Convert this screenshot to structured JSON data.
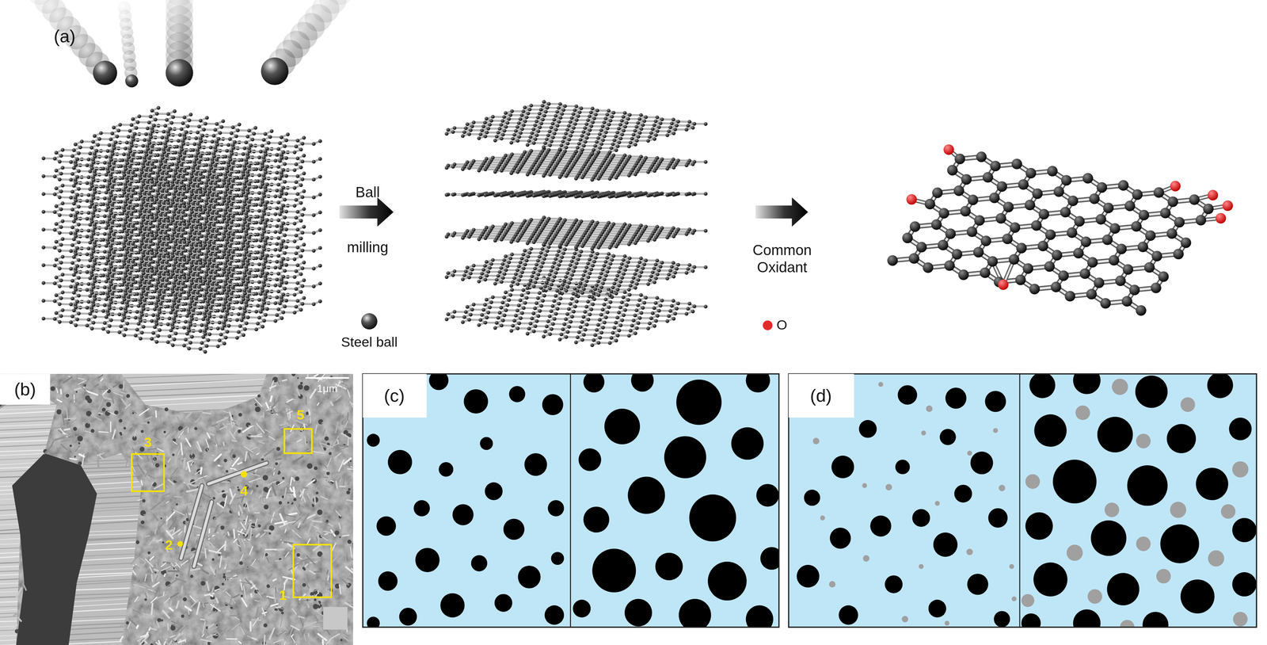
{
  "diagram": {
    "labels": [
      "(a)",
      "Ball",
      "milling",
      "Common Oxidant",
      "(b)",
      "1μm",
      "3",
      "5",
      "4",
      "2",
      "1",
      "(c)",
      "(d)"
    ],
    "legend": [
      {
        "text": "Steel ball"
      },
      {
        "text": "O",
        "color": "#e52a2a"
      }
    ]
  }
}
